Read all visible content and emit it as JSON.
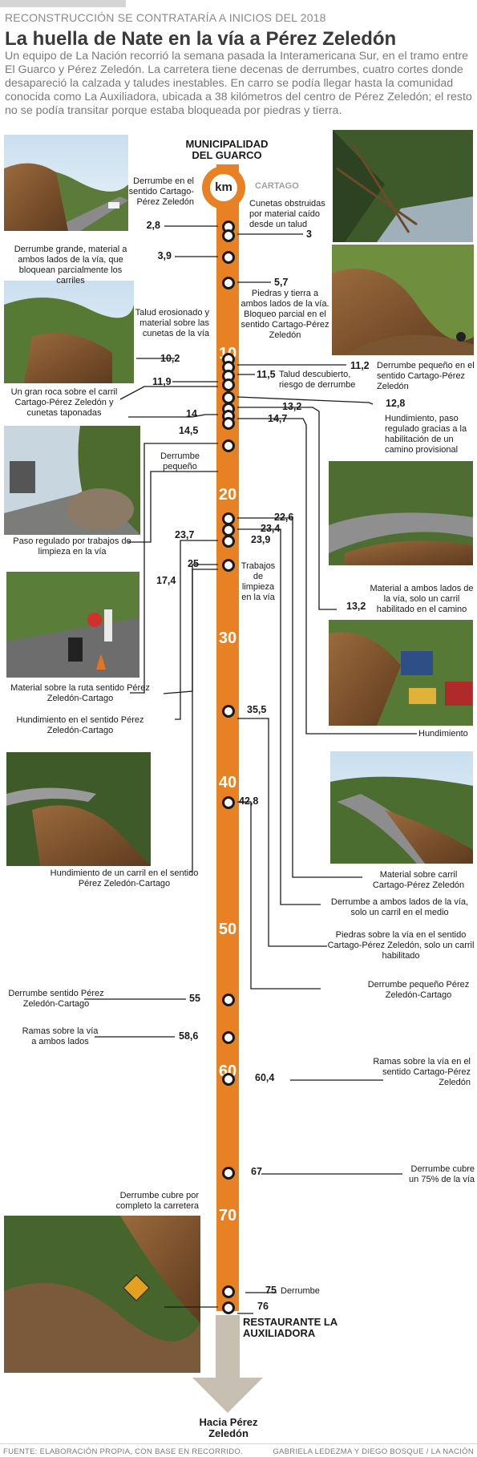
{
  "kicker": "RECONSTRUCCIÓN SE CONTRATARÍA A INICIOS DEL 2018",
  "title": "La huella de Nate en la vía a Pérez Zeledón",
  "lede": "Un equipo de La Nación recorrió la semana pasada la Interamericana Sur, en el tramo entre El Guarco y Pérez Zeledón. La carretera tiene decenas de derrumbes, cuatro cortes donde desapareció la calzada y taludes inestables. En carro se podía llegar hasta la comunidad conocida como La Auxiliadora, ubicada a 38 kilómetros del centro de Pérez Zeledón; el resto no se podía transitar porque estaba bloqueada por piedras y tierra.",
  "start": "MUNICIPALIDAD DEL GUARCO",
  "badge": "km",
  "cartago": "CARTAGO",
  "ticks": [
    "10",
    "20",
    "30",
    "40",
    "50",
    "60",
    "70"
  ],
  "end": "RESTAURANTE LA AUXILIADORA",
  "direction": "Hacia Pérez Zeledón",
  "source": "FUENTE: ELABORACIÓN PROPIA, CON BASE EN RECORRIDO.",
  "credits": "GABRIELA LEDEZMA Y DIEGO BOSQUE / LA NACIÓN",
  "points": {
    "p2_8": {
      "km": "2,8",
      "label": "Derrumbe en el sentido Cartago-Pérez Zeledón"
    },
    "p3": {
      "km": "3",
      "label": "Cunetas obstruidas por material caído desde un talud"
    },
    "p3_9": {
      "km": "3,9",
      "label": "Derrumbe grande, material a ambos lados de la vía, que bloquean parcialmente los carriles"
    },
    "p5_7": {
      "km": "5,7",
      "label": "Piedras y tierra a ambos lados de la vía. Bloqueo parcial en el sentido Cartago-Pérez Zeledón"
    },
    "p10_2": {
      "km": "10,2",
      "label": "Talud erosionado y material sobre las cunetas de la vía"
    },
    "p11_2": {
      "km": "11,2",
      "label": "Derrumbe pequeño en el sentido Cartago-Pérez Zeledón"
    },
    "p11_5": {
      "km": "11,5",
      "label": "Talud descubierto, riesgo de derrumbe"
    },
    "p11_9": {
      "km": "11,9",
      "label": "Un gran roca sobre el carril Cartago-Pérez Zeledón y cunetas taponadas"
    },
    "p12_8": {
      "km": "12,8",
      "label": "Hundimiento, paso regulado gracias a la habilitación de un camino provisional"
    },
    "p13_2": {
      "km": "13,2",
      "label": "Material a ambos lados de la vía, solo un carril habilitado en el camino"
    },
    "p14": {
      "km": "14",
      "label": "Paso regulado por trabajos de limpieza en la vía"
    },
    "p14_5": {
      "km": "14,5",
      "label": "Derrumbe pequeño"
    },
    "p14_7": {
      "km": "14,7",
      "label": "Hundimiento"
    },
    "p17_4": {
      "km": "17,4",
      "label": "Material sobre la ruta sentido Pérez Zeledón-Cartago"
    },
    "p22_6": {
      "km": "22,6",
      "label": "Material sobre carril Cartago-Pérez Zeledón"
    },
    "p23_4": {
      "km": "23,4",
      "label": "Derrumbe a ambos lados de la vía, solo un carril en el medio"
    },
    "p23_7": {
      "km": "23,7",
      "label": "Hundimiento en el sentido Pérez Zeledón-Cartago"
    },
    "p23_9": {
      "km": "23,9",
      "label": "Trabajos de limpieza en la vía"
    },
    "p25": {
      "km": "25",
      "label": "Hundimiento de un carril en el sentido Pérez Zeledón-Cartago"
    },
    "p35_5": {
      "km": "35,5",
      "label": "Piedras sobre la vía en el sentido Cartago-Pérez Zeledón, solo un carril habilitado"
    },
    "p42_8": {
      "km": "42,8",
      "label": "Derrumbe pequeño Pérez Zeledón-Cartago"
    },
    "p55": {
      "km": "55",
      "label": "Derrumbe sentido Pérez Zeledón-Cartago"
    },
    "p58_6": {
      "km": "58,6",
      "label": "Ramas sobre la vía a ambos lados"
    },
    "p60_4": {
      "km": "60,4",
      "label": "Ramas sobre la vía en el sentido Cartago-Pérez Zeledón"
    },
    "p67": {
      "km": "67",
      "label": "Derrumbe cubre un 75% de la vía"
    },
    "p75": {
      "km": "75",
      "label": "Derrumbe"
    },
    "p76": {
      "km": "76"
    },
    "photo_label": "Derrumbe cubre por completo la carretera"
  },
  "colors": {
    "road": "#e88123",
    "arrow": "#c7bfb2",
    "text": "#1a1a1a",
    "muted": "#7a7a7a"
  }
}
